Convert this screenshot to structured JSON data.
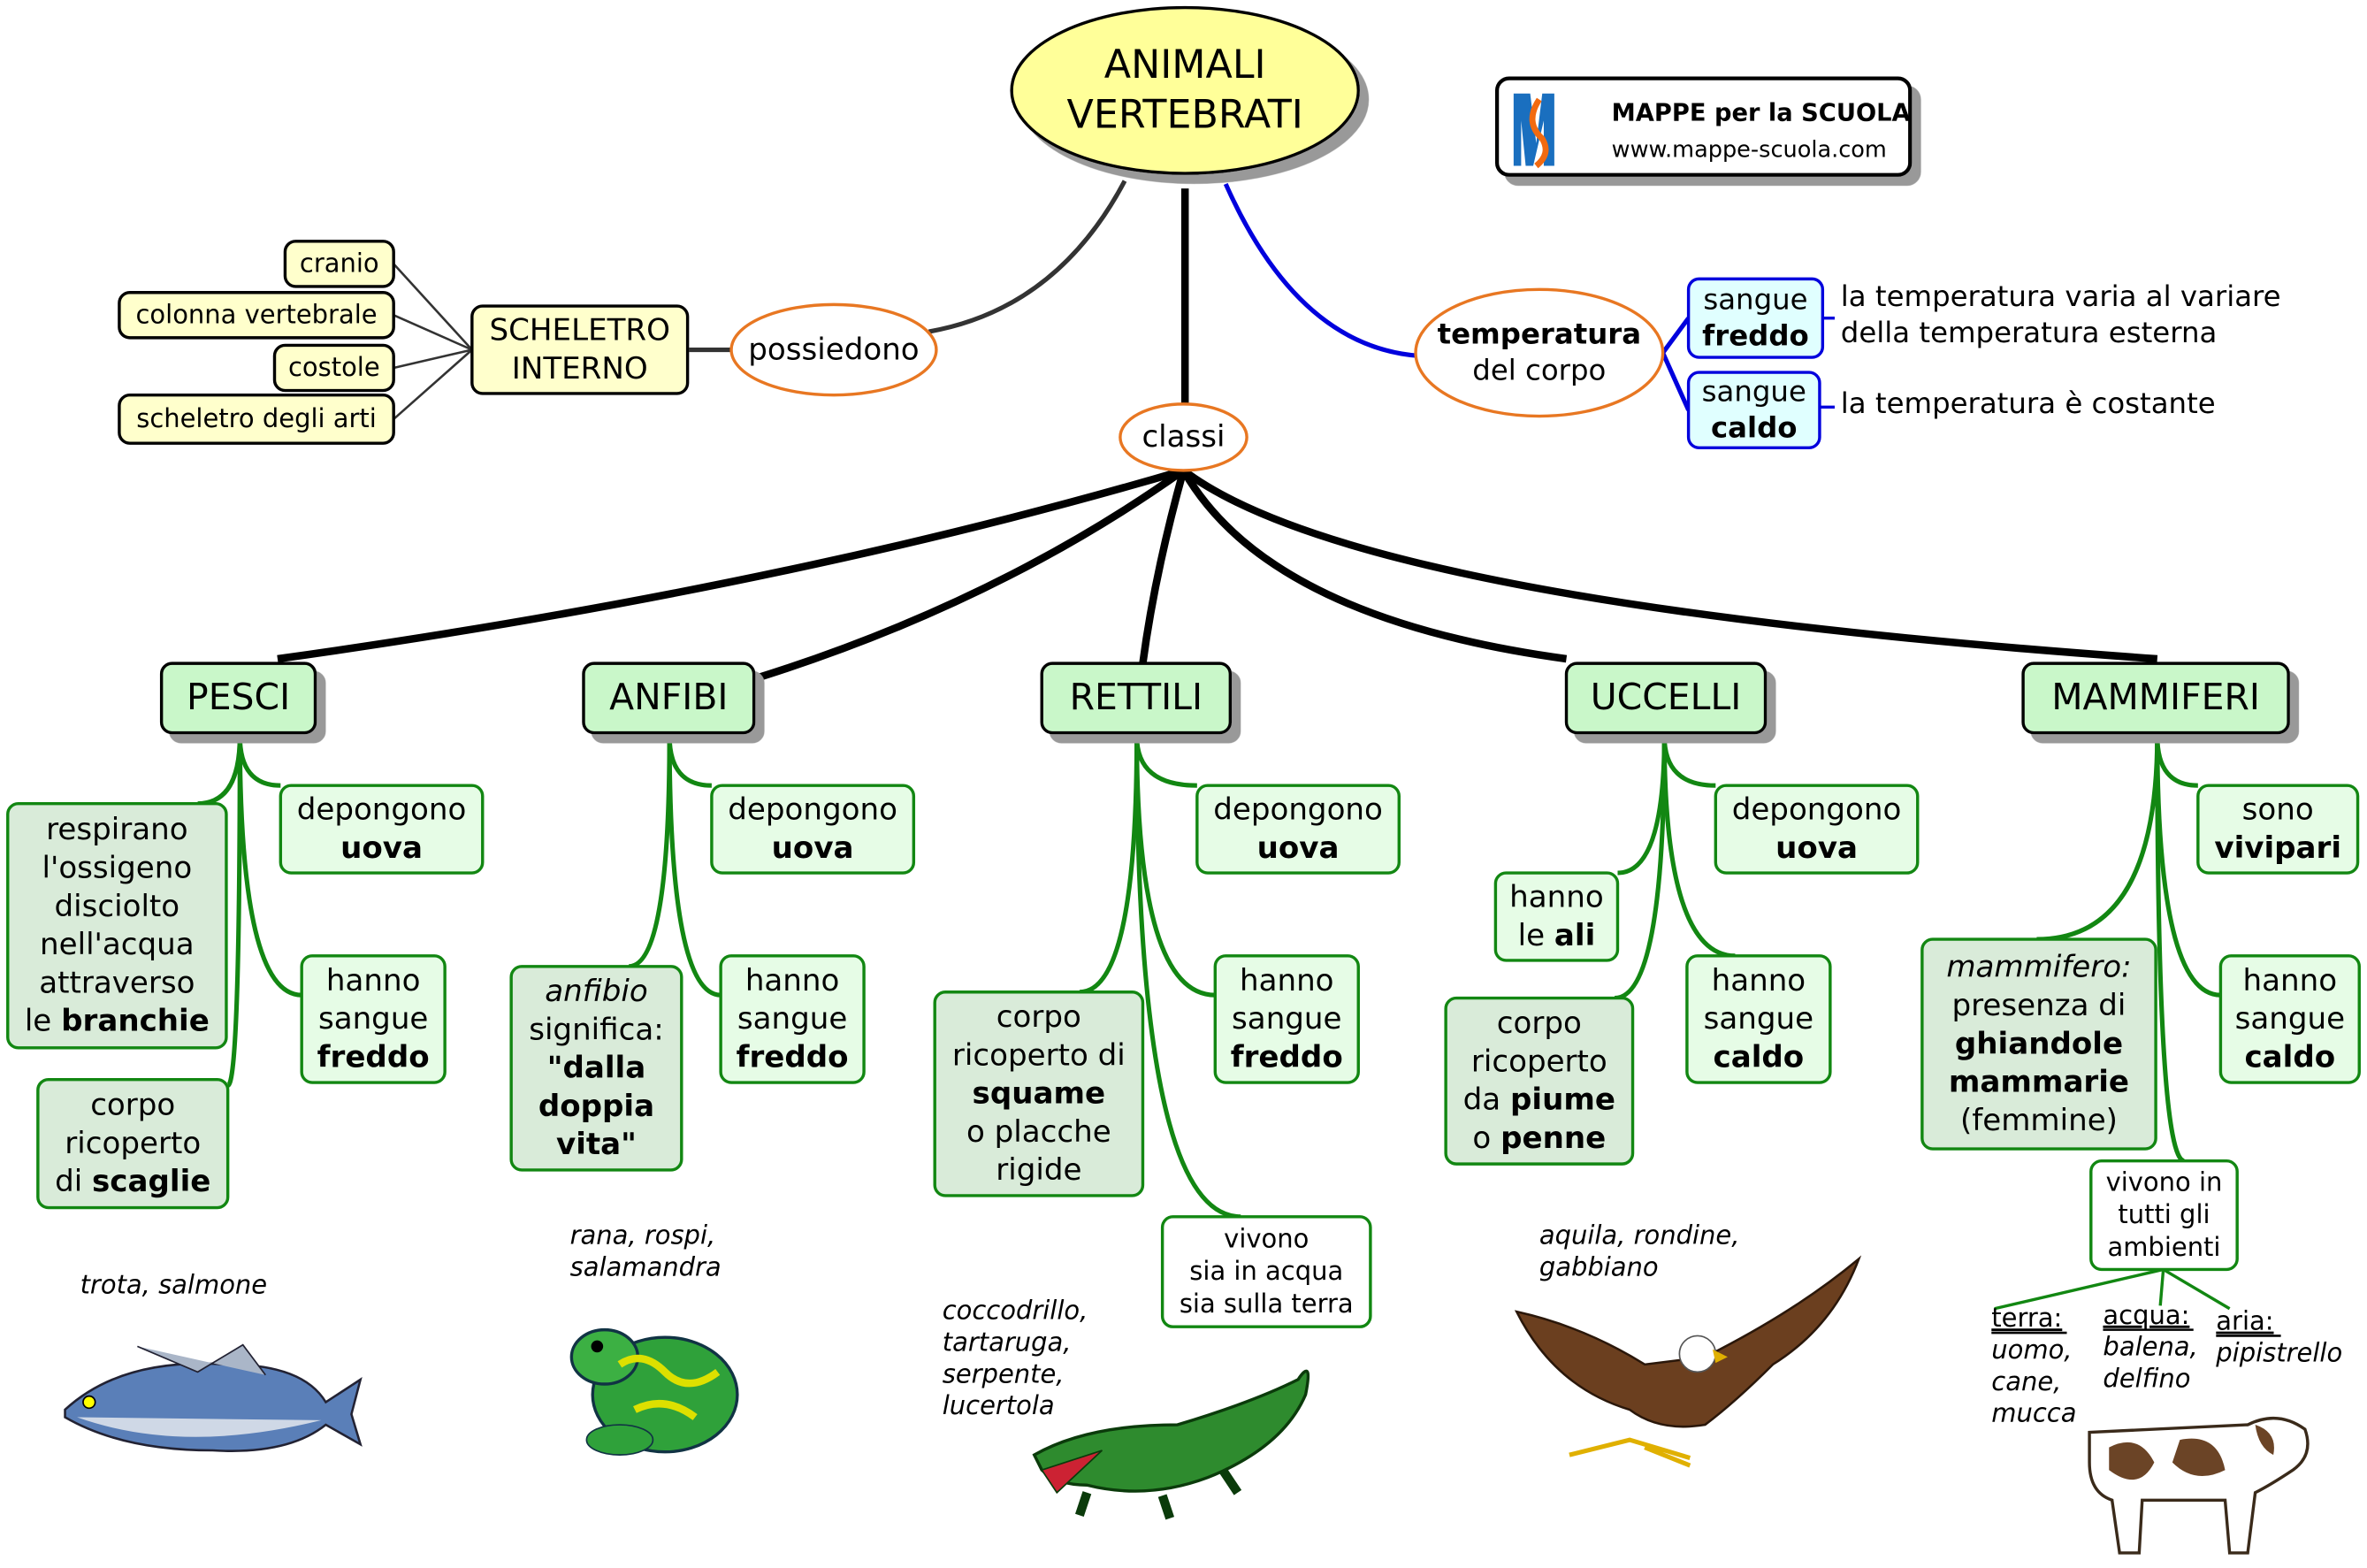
{
  "colors": {
    "title_fill": "#ffff99",
    "ellipse_stroke": "#e87722",
    "class_fill": "#c9f7c9",
    "detail_fill": "#e6fce6",
    "detail_dark_fill": "#d9ebd9",
    "green_line": "#128712",
    "blue": "#0000dd",
    "skeleton_fill": "#ffffcc",
    "blood_fill": "#e0ffff"
  },
  "logo": {
    "brand": "MAPPE per la SCUOLA",
    "url": "www.mappe-scuola.com",
    "mark": "M"
  },
  "nodes": {
    "title": {
      "lines": [
        [
          {
            "t": "ANIMALI"
          }
        ],
        [
          {
            "t": "VERTEBRATI"
          }
        ]
      ]
    },
    "possiedono": {
      "lines": [
        [
          {
            "t": "possiedono"
          }
        ]
      ]
    },
    "scheletro": {
      "lines": [
        [
          {
            "t": "SCHELETRO"
          }
        ],
        [
          {
            "t": "INTERNO"
          }
        ]
      ]
    },
    "cranio": {
      "lines": [
        [
          {
            "t": "cranio"
          }
        ]
      ]
    },
    "colonna": {
      "lines": [
        [
          {
            "t": "colonna vertebrale"
          }
        ]
      ]
    },
    "costole": {
      "lines": [
        [
          {
            "t": "costole"
          }
        ]
      ]
    },
    "arti": {
      "lines": [
        [
          {
            "t": "scheletro degli arti"
          }
        ]
      ]
    },
    "temperatura": {
      "lines": [
        [
          {
            "t": "temperatura",
            "b": true
          }
        ],
        [
          {
            "t": "del corpo"
          }
        ]
      ]
    },
    "freddo": {
      "lines": [
        [
          {
            "t": "sangue"
          }
        ],
        [
          {
            "t": "freddo",
            "b": true
          }
        ]
      ]
    },
    "caldo": {
      "lines": [
        [
          {
            "t": "sangue"
          }
        ],
        [
          {
            "t": "caldo",
            "b": true
          }
        ]
      ]
    },
    "freddo_desc": {
      "lines": [
        [
          {
            "t": "la temperatura varia al variare"
          }
        ],
        [
          {
            "t": "della temperatura esterna"
          }
        ]
      ]
    },
    "caldo_desc": {
      "lines": [
        [
          {
            "t": "la temperatura è costante"
          }
        ]
      ]
    },
    "classi": {
      "lines": [
        [
          {
            "t": "classi"
          }
        ]
      ]
    },
    "pesci": {
      "lines": [
        [
          {
            "t": "PESCI"
          }
        ]
      ]
    },
    "anfibi": {
      "lines": [
        [
          {
            "t": "ANFIBI"
          }
        ]
      ]
    },
    "rettili": {
      "lines": [
        [
          {
            "t": "RETTILI"
          }
        ]
      ]
    },
    "uccelli": {
      "lines": [
        [
          {
            "t": "UCCELLI"
          }
        ]
      ]
    },
    "mammiferi": {
      "lines": [
        [
          {
            "t": "MAMMIFERI"
          }
        ]
      ]
    },
    "p_uova": {
      "lines": [
        [
          {
            "t": "depongono"
          }
        ],
        [
          {
            "t": "uova",
            "b": true
          }
        ]
      ]
    },
    "p_resp": {
      "lines": [
        [
          {
            "t": "respirano"
          }
        ],
        [
          {
            "t": "l'ossigeno"
          }
        ],
        [
          {
            "t": "disciolto"
          }
        ],
        [
          {
            "t": "nell'acqua"
          }
        ],
        [
          {
            "t": "attraverso"
          }
        ],
        [
          {
            "t": "le "
          },
          {
            "t": "branchie",
            "b": true
          }
        ]
      ]
    },
    "p_sangue": {
      "lines": [
        [
          {
            "t": "hanno"
          }
        ],
        [
          {
            "t": "sangue"
          }
        ],
        [
          {
            "t": "freddo",
            "b": true
          }
        ]
      ]
    },
    "p_corpo": {
      "lines": [
        [
          {
            "t": "corpo"
          }
        ],
        [
          {
            "t": "ricoperto"
          }
        ],
        [
          {
            "t": "di "
          },
          {
            "t": "scaglie",
            "b": true
          }
        ]
      ]
    },
    "a_uova": {
      "lines": [
        [
          {
            "t": "depongono"
          }
        ],
        [
          {
            "t": "uova",
            "b": true
          }
        ]
      ]
    },
    "a_def": {
      "lines": [
        [
          {
            "t": "anfibio",
            "i": true
          }
        ],
        [
          {
            "t": "significa:"
          }
        ],
        [
          {
            "t": "\"dalla",
            "b": true
          }
        ],
        [
          {
            "t": "doppia",
            "b": true
          }
        ],
        [
          {
            "t": "vita\"",
            "b": true
          }
        ]
      ]
    },
    "a_sangue": {
      "lines": [
        [
          {
            "t": "hanno"
          }
        ],
        [
          {
            "t": "sangue"
          }
        ],
        [
          {
            "t": "freddo",
            "b": true
          }
        ]
      ]
    },
    "r_uova": {
      "lines": [
        [
          {
            "t": "depongono"
          }
        ],
        [
          {
            "t": "uova",
            "b": true
          }
        ]
      ]
    },
    "r_corpo": {
      "lines": [
        [
          {
            "t": "corpo"
          }
        ],
        [
          {
            "t": "ricoperto di"
          }
        ],
        [
          {
            "t": "squame",
            "b": true
          }
        ],
        [
          {
            "t": "o placche"
          }
        ],
        [
          {
            "t": "rigide"
          }
        ]
      ]
    },
    "r_sangue": {
      "lines": [
        [
          {
            "t": "hanno"
          }
        ],
        [
          {
            "t": "sangue"
          }
        ],
        [
          {
            "t": "freddo",
            "b": true
          }
        ]
      ]
    },
    "r_vivono": {
      "lines": [
        [
          {
            "t": "vivono"
          }
        ],
        [
          {
            "t": "sia in acqua"
          }
        ],
        [
          {
            "t": "sia sulla terra"
          }
        ]
      ]
    },
    "u_uova": {
      "lines": [
        [
          {
            "t": "depongono"
          }
        ],
        [
          {
            "t": "uova",
            "b": true
          }
        ]
      ]
    },
    "u_ali": {
      "lines": [
        [
          {
            "t": "hanno"
          }
        ],
        [
          {
            "t": "le "
          },
          {
            "t": "ali",
            "b": true
          }
        ]
      ]
    },
    "u_corpo": {
      "lines": [
        [
          {
            "t": "corpo"
          }
        ],
        [
          {
            "t": "ricoperto"
          }
        ],
        [
          {
            "t": "da "
          },
          {
            "t": "piume",
            "b": true
          }
        ],
        [
          {
            "t": "o "
          },
          {
            "t": "penne",
            "b": true
          }
        ]
      ]
    },
    "u_sangue": {
      "lines": [
        [
          {
            "t": "hanno"
          }
        ],
        [
          {
            "t": "sangue"
          }
        ],
        [
          {
            "t": "caldo",
            "b": true
          }
        ]
      ]
    },
    "m_vivi": {
      "lines": [
        [
          {
            "t": "sono"
          }
        ],
        [
          {
            "t": "vivipari",
            "b": true
          }
        ]
      ]
    },
    "m_def": {
      "lines": [
        [
          {
            "t": "mammifero:",
            "i": true
          }
        ],
        [
          {
            "t": "presenza di"
          }
        ],
        [
          {
            "t": "ghiandole",
            "b": true
          }
        ],
        [
          {
            "t": "mammarie",
            "b": true
          }
        ],
        [
          {
            "t": "(femmine)"
          }
        ]
      ]
    },
    "m_sangue": {
      "lines": [
        [
          {
            "t": "hanno"
          }
        ],
        [
          {
            "t": "sangue"
          }
        ],
        [
          {
            "t": "caldo",
            "b": true
          }
        ]
      ]
    },
    "m_amb": {
      "lines": [
        [
          {
            "t": "vivono in"
          }
        ],
        [
          {
            "t": "tutti gli"
          }
        ],
        [
          {
            "t": "ambienti"
          }
        ]
      ]
    }
  },
  "examples": {
    "pesci": [
      "trota, salmone"
    ],
    "anfibi": [
      "rana, rospi,",
      "salamandra"
    ],
    "rettili": [
      "coccodrillo,",
      "tartaruga,",
      "serpente,",
      "lucertola"
    ],
    "uccelli": [
      "aquila, rondine,",
      "gabbiano"
    ],
    "terra": {
      "label": "terra:",
      "items": [
        "uomo,",
        "cane,",
        "mucca"
      ]
    },
    "acqua": {
      "label": "acqua:",
      "items": [
        "balena,",
        "delfino"
      ]
    },
    "aria": {
      "label": "aria:",
      "items": [
        "pipistrello"
      ]
    }
  },
  "pictures": [
    "fish",
    "frog",
    "crocodile",
    "eagle",
    "cow"
  ]
}
